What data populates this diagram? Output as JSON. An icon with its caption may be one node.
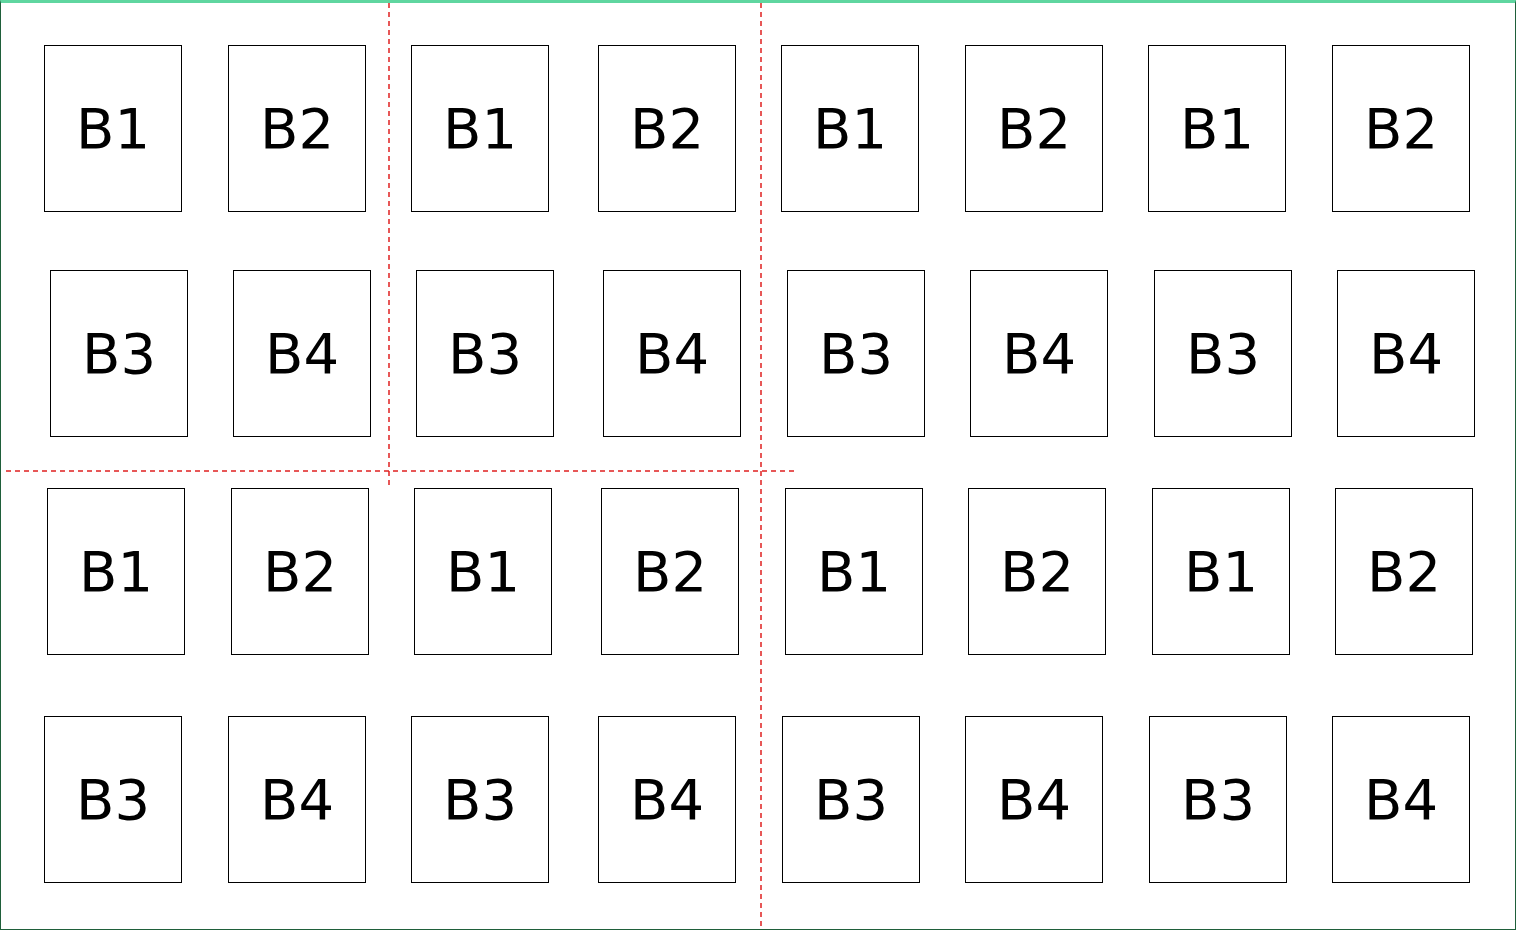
{
  "diagram": {
    "nodes": [
      {
        "text": [
          "B1"
        ]
      },
      {
        "text": [
          "B2"
        ]
      },
      {
        "text": [
          "B1"
        ]
      },
      {
        "text": [
          "B2"
        ]
      },
      {
        "text": [
          "B1"
        ]
      },
      {
        "text": [
          "B2"
        ]
      },
      {
        "text": [
          "B1"
        ]
      },
      {
        "text": [
          "B2"
        ]
      },
      {
        "text": [
          "B3"
        ]
      },
      {
        "text": [
          "B4"
        ]
      },
      {
        "text": [
          "B3"
        ]
      },
      {
        "text": [
          "B4"
        ]
      },
      {
        "text": [
          "B3"
        ]
      },
      {
        "text": [
          "B4"
        ]
      },
      {
        "text": [
          "B3"
        ]
      },
      {
        "text": [
          "B4"
        ]
      },
      {
        "text": [
          "B1"
        ]
      },
      {
        "text": [
          "B2"
        ]
      },
      {
        "text": [
          "B1"
        ]
      },
      {
        "text": [
          "B2"
        ]
      },
      {
        "text": [
          "B1"
        ]
      },
      {
        "text": [
          "B2"
        ]
      },
      {
        "text": [
          "B1"
        ]
      },
      {
        "text": [
          "B2"
        ]
      },
      {
        "text": [
          "B3"
        ]
      },
      {
        "text": [
          "B4"
        ]
      },
      {
        "text": [
          "B3"
        ]
      },
      {
        "text": [
          "B4"
        ]
      },
      {
        "text": [
          "B3"
        ]
      },
      {
        "text": [
          "B4"
        ]
      },
      {
        "text": [
          "B3"
        ]
      },
      {
        "text": [
          "B4"
        ]
      }
    ],
    "edges": []
  }
}
